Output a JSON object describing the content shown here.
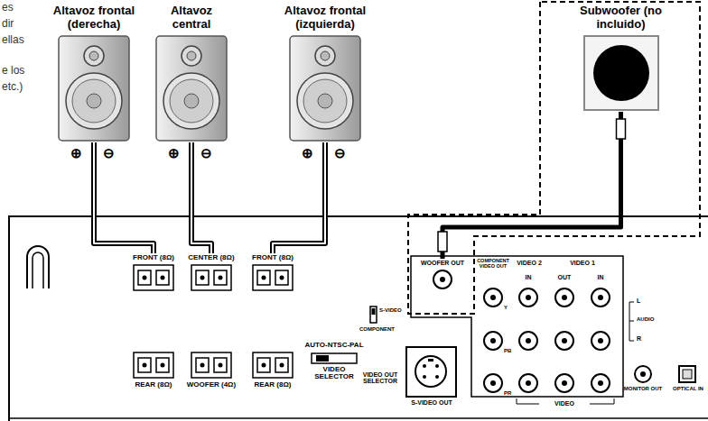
{
  "diagram": {
    "nodes": [
      {
        "text": [
          "Altavoz frontal (derecha)"
        ]
      },
      {
        "text": [
          "Altavoz central"
        ]
      },
      {
        "text": [
          "Altavoz frontal (izquierda)"
        ]
      },
      {
        "text": [
          "Subwoofer (no incluido)"
        ]
      },
      {
        "text": [
          "FRONT (8Ω)"
        ]
      },
      {
        "text": [
          "CENTER (8Ω)"
        ]
      },
      {
        "text": [
          "FRONT (8Ω)"
        ]
      },
      {
        "text": [
          "REAR (8Ω)"
        ]
      },
      {
        "text": [
          "WOOFER (4Ω)"
        ]
      },
      {
        "text": [
          "REAR (8Ω)"
        ]
      },
      {
        "text": [
          "WOOFER OUT"
        ]
      }
    ],
    "edges": [
      {
        "from": 0,
        "to": 4,
        "arrow": "none"
      },
      {
        "from": 1,
        "to": 5,
        "arrow": "none"
      },
      {
        "from": 2,
        "to": 6,
        "arrow": "none"
      },
      {
        "from": 3,
        "to": 10,
        "arrow": "none"
      }
    ],
    "labels": [
      "es",
      "dir",
      "ellas",
      "e los",
      "etc.)",
      "⊕",
      "⊖",
      "⊕",
      "⊖",
      "⊕",
      "⊖",
      "AUTO-NTSC-PAL",
      "VIDEO SELECTOR",
      "S-VIDEO",
      "COMPONENT",
      "VIDEO OUT SELECTOR",
      "S-VIDEO OUT",
      "COMPONENT VIDEO OUT",
      "VIDEO 2",
      "VIDEO 1",
      "IN",
      "OUT",
      "IN",
      "Y",
      "PB",
      "PR",
      "L",
      "AUDIO",
      "R",
      "VIDEO",
      "MONITOR OUT",
      "OPTICAL IN"
    ]
  }
}
